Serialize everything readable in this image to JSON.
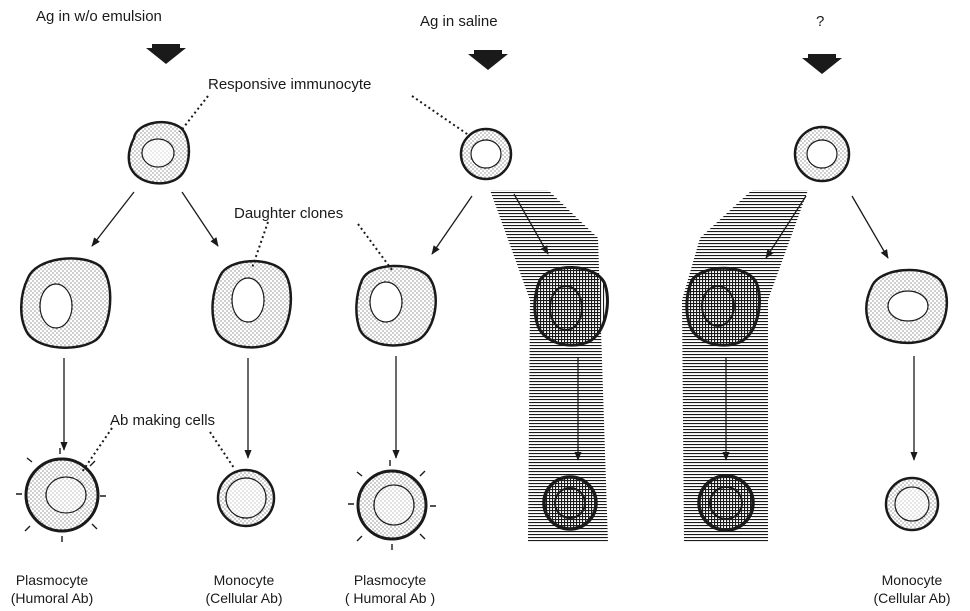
{
  "stimuli": [
    {
      "label": "Ag in w/o emulsion"
    },
    {
      "label": "Ag in saline"
    },
    {
      "label": "?"
    }
  ],
  "annotations": {
    "responsive_immunocyte": "Responsive immunocyte",
    "daughter_clones": "Daughter clones",
    "ab_making_cells": "Ab making cells"
  },
  "outcomes": [
    {
      "name": "Plasmocyte",
      "type": "(Humoral Ab)"
    },
    {
      "name": "Monocyte",
      "type": "(Cellular Ab)"
    },
    {
      "name": "Plasmocyte",
      "type": "( Humoral Ab )"
    },
    {
      "name": "Monocyte",
      "type": "(Cellular Ab)"
    }
  ],
  "colors": {
    "ink": "#1a1a1a",
    "stipple": "#555555",
    "background": "#ffffff"
  }
}
